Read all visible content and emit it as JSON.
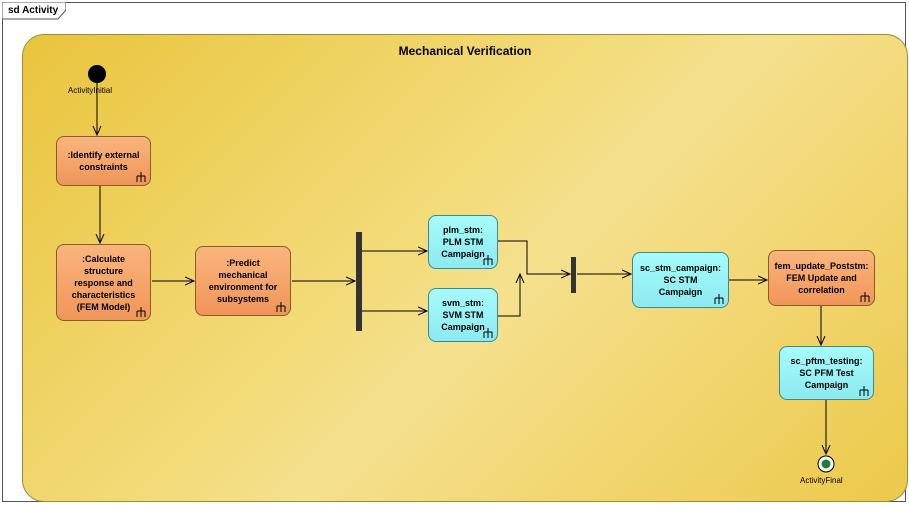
{
  "frame": {
    "label": "sd Activity"
  },
  "region": {
    "title": "Mechanical Verification"
  },
  "initial": {
    "label": "ActivityInitial"
  },
  "final": {
    "label": "ActivityFinal"
  },
  "actions": {
    "identify": {
      "text": ":Identify external\nconstraints",
      "color": "orange"
    },
    "calculate": {
      "text": ":Calculate\nstructure\nresponse and\ncharacteristics\n(FEM Model)",
      "color": "orange"
    },
    "predict": {
      "text": ":Predict\nmechanical\nenvironment for\nsubsystems",
      "color": "orange"
    },
    "plm": {
      "text": "plm_stm:\nPLM STM\nCampaign",
      "color": "cyan"
    },
    "svm": {
      "text": "svm_stm:\nSVM STM\nCampaign",
      "color": "cyan"
    },
    "sc_stm": {
      "text": "sc_stm_campaign:\nSC STM\nCampaign",
      "color": "cyan"
    },
    "fem": {
      "text": "fem_update_Poststm:\nFEM Update and\ncorrelation",
      "color": "orange"
    },
    "pftm": {
      "text": "sc_pftm_testing:\nSC PFM Test\nCampaign",
      "color": "cyan"
    }
  }
}
